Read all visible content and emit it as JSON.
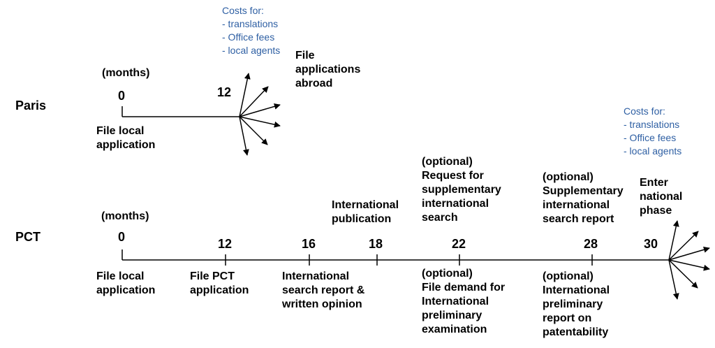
{
  "paris": {
    "label": "Paris",
    "months": "(months)",
    "tick_0": "0",
    "tick_12": "12",
    "file_local": [
      "File local",
      "application"
    ],
    "file_abroad": [
      "File",
      "applications",
      "abroad"
    ],
    "costs": [
      "Costs for:",
      "- translations",
      "- Office fees",
      "- local agents"
    ]
  },
  "pct": {
    "label": "PCT",
    "months": "(months)",
    "ticks": [
      "0",
      "12",
      "16",
      "18",
      "22",
      "28",
      "30"
    ],
    "file_local": [
      "File local",
      "application"
    ],
    "file_pct": [
      "File PCT",
      "application"
    ],
    "search_report": [
      "International",
      "search report &",
      "written opinion"
    ],
    "publication": [
      "International",
      "publication"
    ],
    "supp_request": [
      "(optional)",
      "Request for",
      "supplementary",
      "international",
      "search"
    ],
    "demand": [
      "(optional)",
      "File demand for",
      "International",
      "preliminary",
      "examination"
    ],
    "supp_report": [
      "(optional)",
      "Supplementary",
      "international",
      "search report"
    ],
    "iprp": [
      "(optional)",
      "International",
      "preliminary",
      "report on",
      "patentability"
    ],
    "enter_national": [
      "Enter",
      "national",
      "phase"
    ],
    "costs": [
      "Costs for:",
      "- translations",
      "- Office fees",
      "- local agents"
    ]
  }
}
